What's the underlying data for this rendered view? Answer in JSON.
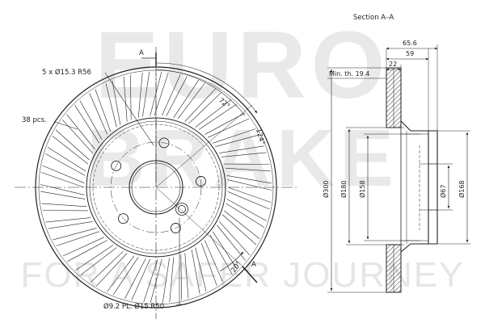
{
  "watermark": {
    "line1": "EURO",
    "line2": "BRAKE",
    "tagline": "FOR A SAFER JOURNEY"
  },
  "front_view": {
    "bolt_holes_label": "5 x Ø15.3 R56",
    "vents_label": "38 pcs.",
    "pilot_hole_label": "Ø9.2 PL. Ø15 R50",
    "angle_72": "72°",
    "angle_124": "124°",
    "angle_20": "20°",
    "section_mark": "A"
  },
  "section_view": {
    "title": "Section A–A",
    "dim_overall_height": "65.6",
    "dim_hat_height": "59",
    "dim_thickness": "22",
    "dim_min_thickness": "Min. th. 19.4",
    "dia_outer": "Ø300",
    "dia_180": "Ø180",
    "dia_158": "Ø158",
    "dia_67": "Ø67",
    "dia_168": "Ø168"
  },
  "colors": {
    "line": "#222222",
    "watermark": "#e9e9e9"
  }
}
